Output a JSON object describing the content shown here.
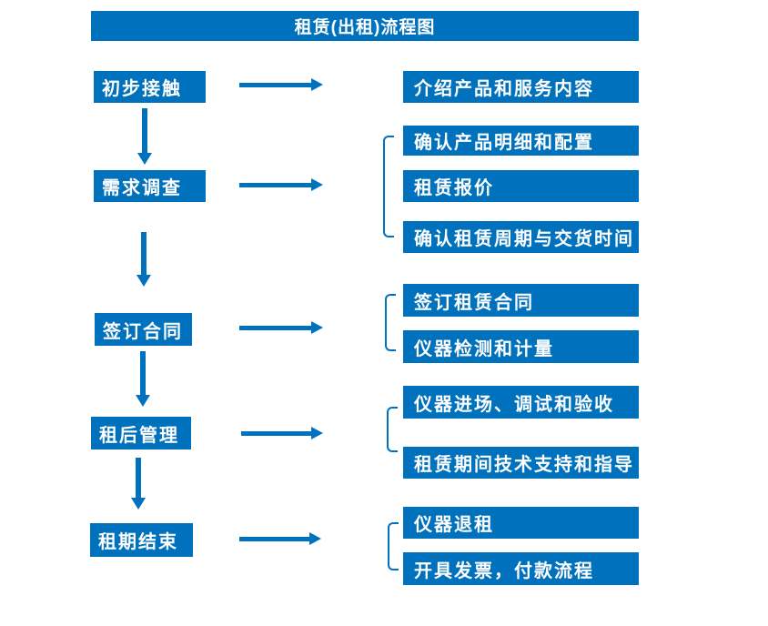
{
  "flow": {
    "title": "租赁(出租)流程图",
    "steps": [
      {
        "label": "初步接触",
        "details": [
          "介绍产品和服务内容"
        ]
      },
      {
        "label": "需求调查",
        "details": [
          "确认产品明细和配置",
          "租赁报价",
          "确认租赁周期与交货时间"
        ]
      },
      {
        "label": "签订合同",
        "details": [
          "签订租赁合同",
          "仪器检测和计量"
        ]
      },
      {
        "label": "租后管理",
        "details": [
          "仪器进场、调试和验收",
          "租赁期间技术支持和指导"
        ]
      },
      {
        "label": "租期结束",
        "details": [
          "仪器退租",
          "开具发票，付款流程"
        ]
      }
    ]
  },
  "colors": {
    "primary": "#0071bc",
    "box_text": "#ffffff",
    "background": "#ffffff"
  }
}
